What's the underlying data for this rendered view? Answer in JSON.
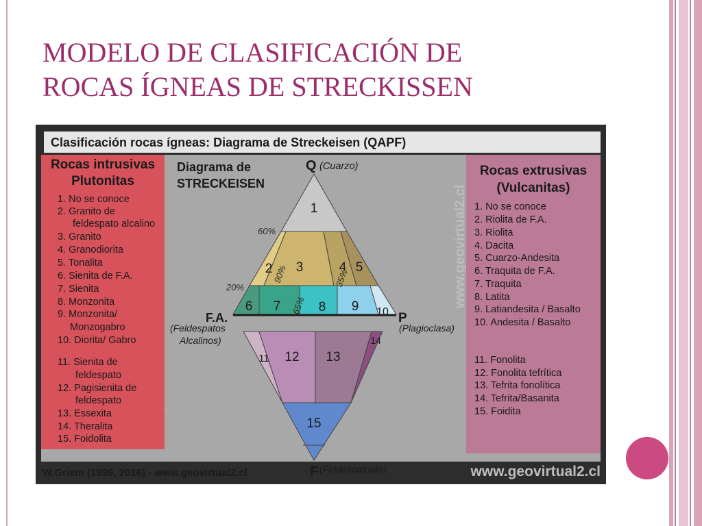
{
  "slide": {
    "title_line1": "MODELO DE CLASIFICACIÓN DE",
    "title_line2": "ROCAS ÍGNEAS DE STRECKISSEN"
  },
  "colors": {
    "title": "#9b2d6b",
    "intrusive_panel": "#d8525c",
    "extrusive_panel": "#bb7a95",
    "figure_background": "#a8a8a8",
    "accent_circle": "#cc4a82"
  },
  "figure": {
    "header": "Clasificación rocas ígneas: Diagrama de Streckeisen (QAPF)",
    "footer_credit": "W.Griem (1999, 2016) - www.geovirtual2.cl",
    "watermark": "www.geovirtual2.cl",
    "intrusive": {
      "title_line1": "Rocas intrusivas",
      "title_line2": "Plutonitas",
      "items": [
        "1. No se conoce",
        "2. Granito de",
        "feldespato alcalino",
        "3. Granito",
        "4. Granodiorita",
        "5. Tonalita",
        "6. Sienita de F.A.",
        "7. Sienita",
        "8. Monzonita",
        "9. Monzonita/",
        "Monzogabro",
        "10. Diorita/ Gabro"
      ],
      "items2": [
        "11. Sienita de",
        "feldespato",
        "12. Pagisienita de",
        "feldespato",
        "13. Essexita",
        "14. Theralita",
        "15. Foidolita"
      ]
    },
    "extrusive": {
      "title_line1": "Rocas extrusivas",
      "title_line2": "(Vulcanitas)",
      "items": [
        "1. No se conoce",
        "2. Riolita de F.A.",
        "3. Riolita",
        "4. Dacita",
        "5. Cuarzo-Andesita",
        "6. Traquita de F.A.",
        "7. Traquita",
        "8. Latita",
        "9. Latiandesita / Basalto",
        "10. Andesita / Basalto"
      ],
      "items2": [
        "11. Fonolita",
        "12. Fonolita tefrítica",
        "13. Tefrita fonolítica",
        "14. Tefrita/Basanita",
        "15. Foidita"
      ]
    },
    "diagram": {
      "title_line1": "Diagrama de",
      "title_line2": "STRECKEISEN",
      "q_letter": "Q",
      "q_label": "(Cuarzo)",
      "a_letter": "F.A.",
      "a_label_line1": "(Feldespatos",
      "a_label_line2": "Alcalinos)",
      "p_letter": "P",
      "p_label": "(Plagioclasa)",
      "f_letter": "F",
      "f_label": "(Feldespatoide)",
      "pct_60": "60%",
      "pct_20": "20%",
      "pct_90": "90%",
      "pct_35": "35%",
      "pct_65": "65%",
      "fields": [
        {
          "label": "1",
          "color": "#c8c8c8"
        },
        {
          "label": "2",
          "color": "#e1cd87"
        },
        {
          "label": "3",
          "color": "#cdb56d"
        },
        {
          "label": "4",
          "color": "#b9a362"
        },
        {
          "label": "5",
          "color": "#a8915c"
        },
        {
          "label": "6",
          "color": "#4a9a80"
        },
        {
          "label": "7",
          "color": "#3aa488"
        },
        {
          "label": "8",
          "color": "#3cc2c4"
        },
        {
          "label": "9",
          "color": "#8fd0ec"
        },
        {
          "label": "10",
          "color": "#cfe8f4"
        },
        {
          "label": "11",
          "color": "#cdb3c6"
        },
        {
          "label": "12",
          "color": "#b98db5"
        },
        {
          "label": "13",
          "color": "#9c7a94"
        },
        {
          "label": "14",
          "color": "#8a4f80"
        },
        {
          "label": "15",
          "color": "#5f88cd"
        }
      ]
    }
  }
}
